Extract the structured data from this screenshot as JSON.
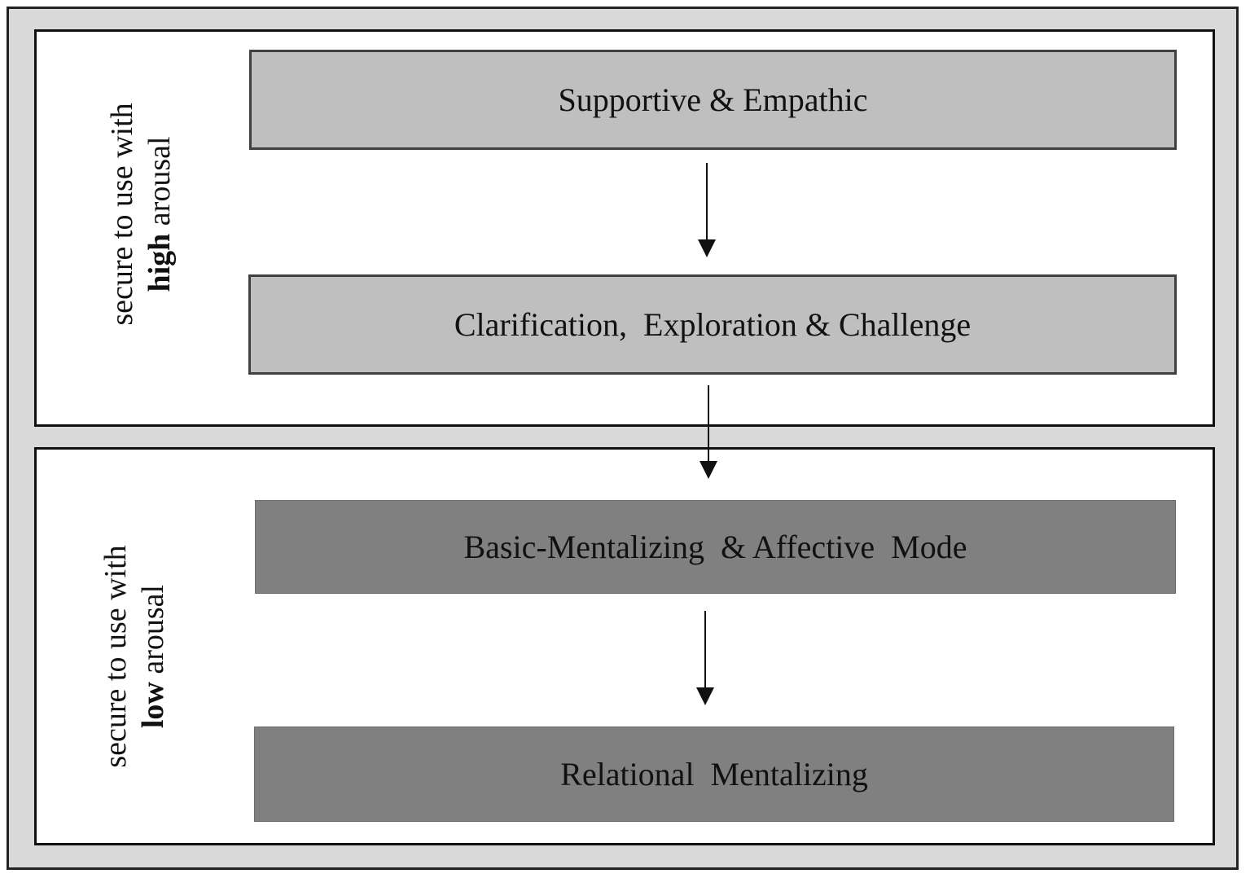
{
  "zones": {
    "high": {
      "line1": "secure to use with",
      "emphasis": "high",
      "rest": " arousal"
    },
    "low": {
      "line1": "secure to use with",
      "emphasis": "low",
      "rest": " arousal"
    }
  },
  "boxes": [
    {
      "id": "supportive",
      "label": "Supportive & Empathic"
    },
    {
      "id": "clarification",
      "label": "Clarification,  Exploration & Challenge"
    },
    {
      "id": "basic",
      "label": "Basic-Mentalizing  & Affective  Mode"
    },
    {
      "id": "relational",
      "label": "Relational  Mentalizing"
    }
  ],
  "colors": {
    "light_box": "#bfbfbf",
    "dark_box": "#808080",
    "frame": "#d9d9d9"
  }
}
